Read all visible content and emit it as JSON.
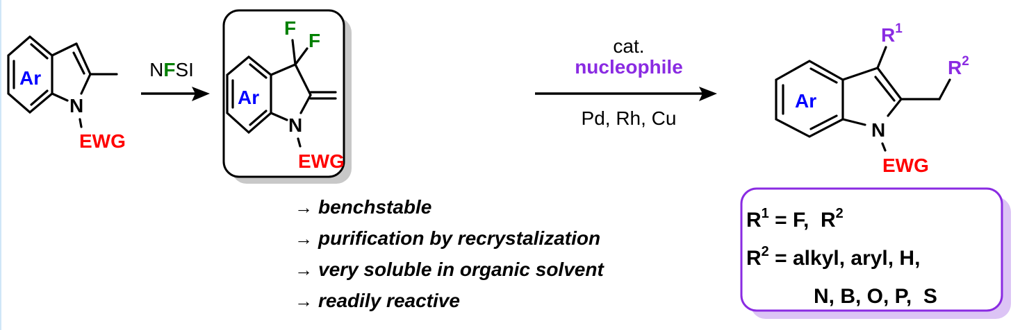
{
  "colors": {
    "aryl": "#0000ff",
    "ewg": "#ff0000",
    "fluorine": "#008000",
    "purple": "#8a2be2",
    "shadow_gray": "#c8c8c8",
    "shadow_lilac": "#dcc4f5"
  },
  "start_material": {
    "ar": "Ar",
    "n": "N",
    "ewg": "EWG"
  },
  "step1": {
    "reagent_n": "N",
    "reagent_f": "F",
    "reagent_si": "SI"
  },
  "intermediate": {
    "ar": "Ar",
    "n": "N",
    "ewg": "EWG",
    "f1": "F",
    "f2": "F"
  },
  "step2": {
    "top": "cat.",
    "nucleophile": "nucleophile",
    "bottom": "Pd, Rh, Cu"
  },
  "product": {
    "ar": "Ar",
    "n": "N",
    "ewg": "EWG",
    "r1": "R",
    "r1_sup": "1",
    "r2": "R",
    "r2_sup": "2"
  },
  "features": {
    "arrow": "→",
    "items": [
      "benchstable",
      "purification by recrystalization",
      "very soluble in organic solvent",
      "readily reactive"
    ]
  },
  "scope_box": {
    "line1_a": "R",
    "line1_sup": "1",
    "line1_b": " = F,  R",
    "line1_sup2": "2",
    "line2_a": "R",
    "line2_sup": "2",
    "line2_b": " = alkyl, aryl, H,",
    "line3": "N, B, O, P,  S"
  }
}
